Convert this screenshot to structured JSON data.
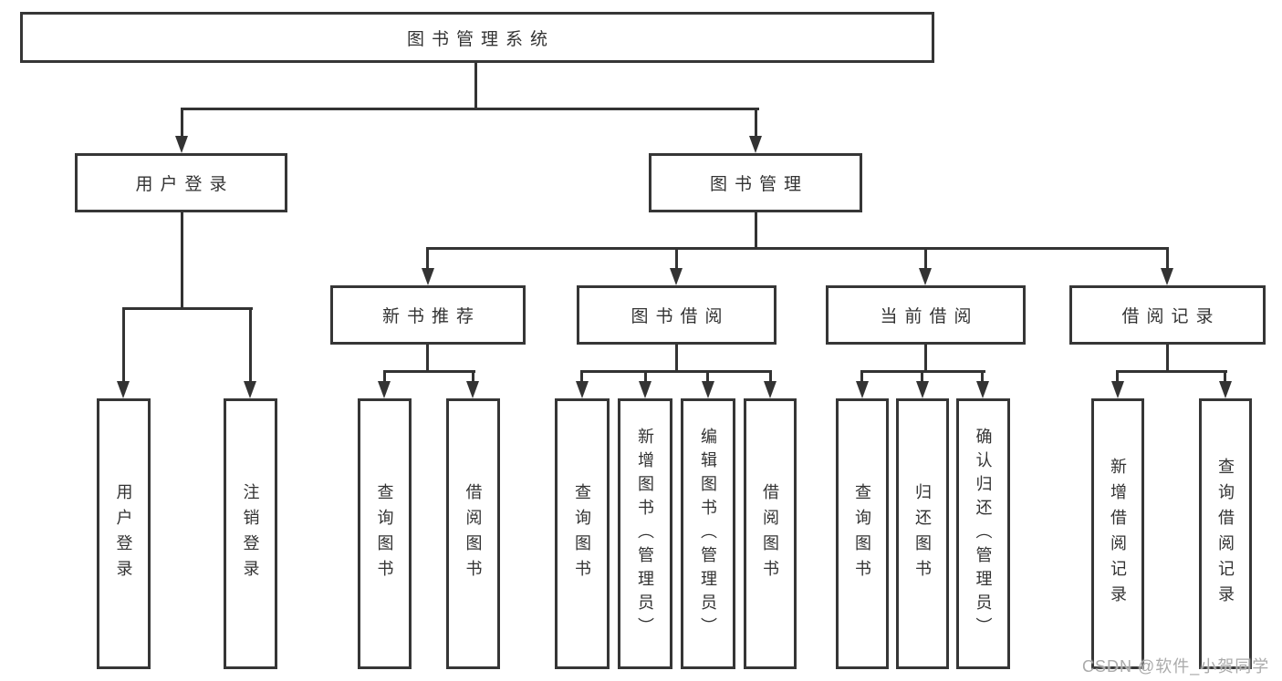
{
  "tree": {
    "label": "图书管理系统",
    "children": [
      {
        "label": "用户登录",
        "children": [
          {
            "label": "用户登录"
          },
          {
            "label": "注销登录"
          }
        ]
      },
      {
        "label": "图书管理",
        "children": [
          {
            "label": "新书推荐",
            "children": [
              {
                "label": "查询图书"
              },
              {
                "label": "借阅图书"
              }
            ]
          },
          {
            "label": "图书借阅",
            "children": [
              {
                "label": "查询图书"
              },
              {
                "label": "新增图书（管理员）"
              },
              {
                "label": "编辑图书（管理员）"
              },
              {
                "label": "借阅图书"
              }
            ]
          },
          {
            "label": "当前借阅",
            "children": [
              {
                "label": "查询图书"
              },
              {
                "label": "归还图书"
              },
              {
                "label": "确认归还（管理员）"
              }
            ]
          },
          {
            "label": "借阅记录",
            "children": [
              {
                "label": "新增借阅记录"
              },
              {
                "label": "查询借阅记录"
              }
            ]
          }
        ]
      }
    ]
  },
  "watermark": "CSDN @软件_小贺同学",
  "colors": {
    "line": "#333333",
    "text": "#333333",
    "box_background": "#ffffff",
    "watermark": "#ababab",
    "page_background": "#ffffff"
  }
}
